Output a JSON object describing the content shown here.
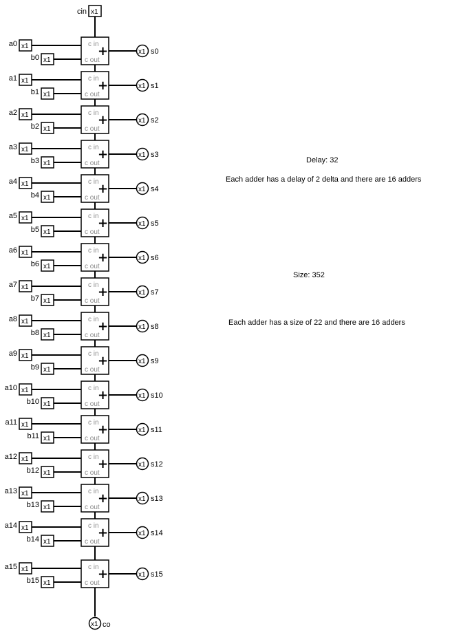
{
  "carry_in": {
    "name": "cin",
    "value": "x1"
  },
  "carry_out": {
    "name": "co",
    "value": "x1"
  },
  "adder": {
    "cin_label": "c in",
    "cout_label": "c out",
    "symbol": "+"
  },
  "stages": [
    {
      "a": "a0",
      "b": "b0",
      "s": "s0",
      "a_val": "x1",
      "b_val": "x1",
      "s_val": "x1"
    },
    {
      "a": "a1",
      "b": "b1",
      "s": "s1",
      "a_val": "x1",
      "b_val": "x1",
      "s_val": "x1"
    },
    {
      "a": "a2",
      "b": "b2",
      "s": "s2",
      "a_val": "x1",
      "b_val": "x1",
      "s_val": "x1"
    },
    {
      "a": "a3",
      "b": "b3",
      "s": "s3",
      "a_val": "x1",
      "b_val": "x1",
      "s_val": "x1"
    },
    {
      "a": "a4",
      "b": "b4",
      "s": "s4",
      "a_val": "x1",
      "b_val": "x1",
      "s_val": "x1"
    },
    {
      "a": "a5",
      "b": "b5",
      "s": "s5",
      "a_val": "x1",
      "b_val": "x1",
      "s_val": "x1"
    },
    {
      "a": "a6",
      "b": "b6",
      "s": "s6",
      "a_val": "x1",
      "b_val": "x1",
      "s_val": "x1"
    },
    {
      "a": "a7",
      "b": "b7",
      "s": "s7",
      "a_val": "x1",
      "b_val": "x1",
      "s_val": "x1"
    },
    {
      "a": "a8",
      "b": "b8",
      "s": "s8",
      "a_val": "x1",
      "b_val": "x1",
      "s_val": "x1"
    },
    {
      "a": "a9",
      "b": "b9",
      "s": "s9",
      "a_val": "x1",
      "b_val": "x1",
      "s_val": "x1"
    },
    {
      "a": "a10",
      "b": "b10",
      "s": "s10",
      "a_val": "x1",
      "b_val": "x1",
      "s_val": "x1"
    },
    {
      "a": "a11",
      "b": "b11",
      "s": "s11",
      "a_val": "x1",
      "b_val": "x1",
      "s_val": "x1"
    },
    {
      "a": "a12",
      "b": "b12",
      "s": "s12",
      "a_val": "x1",
      "b_val": "x1",
      "s_val": "x1"
    },
    {
      "a": "a13",
      "b": "b13",
      "s": "s13",
      "a_val": "x1",
      "b_val": "x1",
      "s_val": "x1"
    },
    {
      "a": "a14",
      "b": "b14",
      "s": "s14",
      "a_val": "x1",
      "b_val": "x1",
      "s_val": "x1"
    },
    {
      "a": "a15",
      "b": "b15",
      "s": "s15",
      "a_val": "x1",
      "b_val": "x1",
      "s_val": "x1"
    }
  ],
  "notes": {
    "delay": "Delay: 32",
    "delay_detail": "Each adder has a delay of 2 delta and there are 16 adders",
    "size": "Size: 352",
    "size_detail": "Each adder has a size of 22 and there are 16 adders"
  }
}
